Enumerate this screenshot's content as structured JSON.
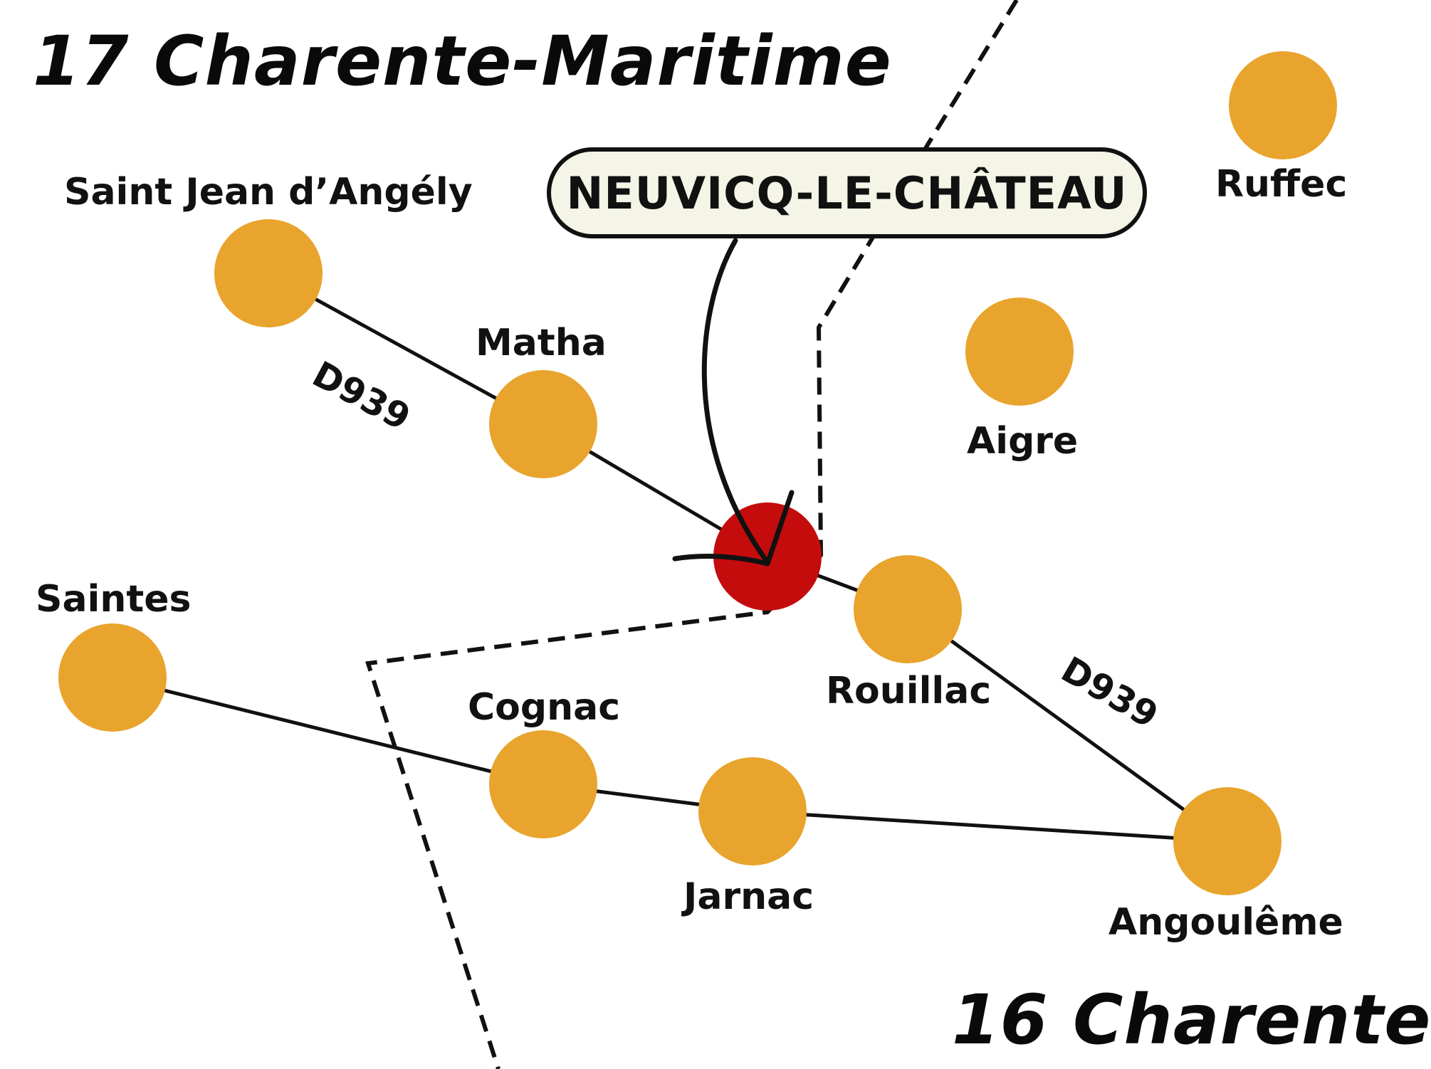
{
  "departments": {
    "charente_maritime": "17 Charente-Maritime",
    "charente": "16 Charente"
  },
  "callout": {
    "label": "NEUVICQ-LE-CHÂTEAU"
  },
  "roads": {
    "d939_north": "D939",
    "d939_south": "D939"
  },
  "cities": {
    "saint_jean": "Saint Jean d’Angély",
    "matha": "Matha",
    "saintes": "Saintes",
    "cognac": "Cognac",
    "jarnac": "Jarnac",
    "rouillac": "Rouillac",
    "angouleme": "Angoulême",
    "aigre": "Aigre",
    "ruffec": "Ruffec"
  },
  "colors": {
    "town": "#E8A42C",
    "highlight": "#C40C0C",
    "callout_fill": "#F4F4E7",
    "ink": "#111111"
  }
}
